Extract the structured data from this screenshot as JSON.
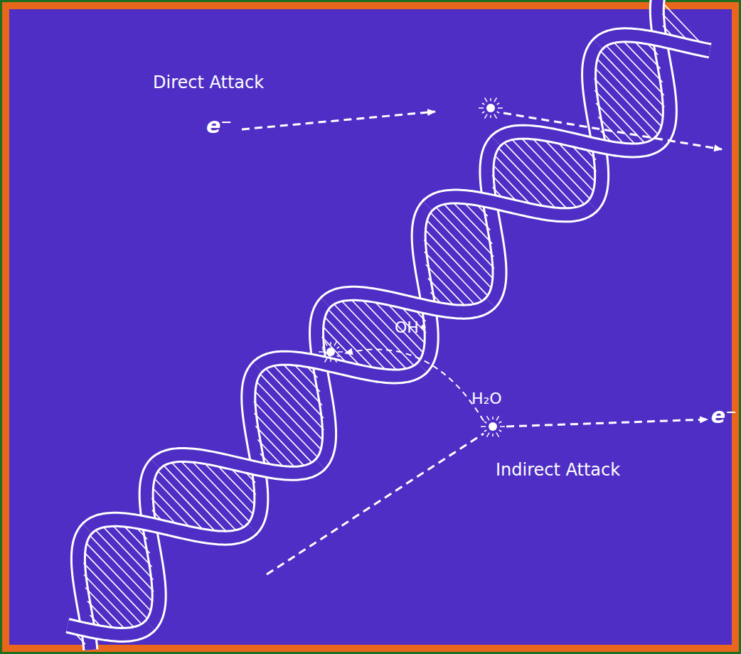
{
  "diagram": {
    "labels": [
      "Direct Attack",
      "e⁻",
      "OH•",
      "H₂O",
      "e⁻",
      "Indirect Attack"
    ]
  }
}
